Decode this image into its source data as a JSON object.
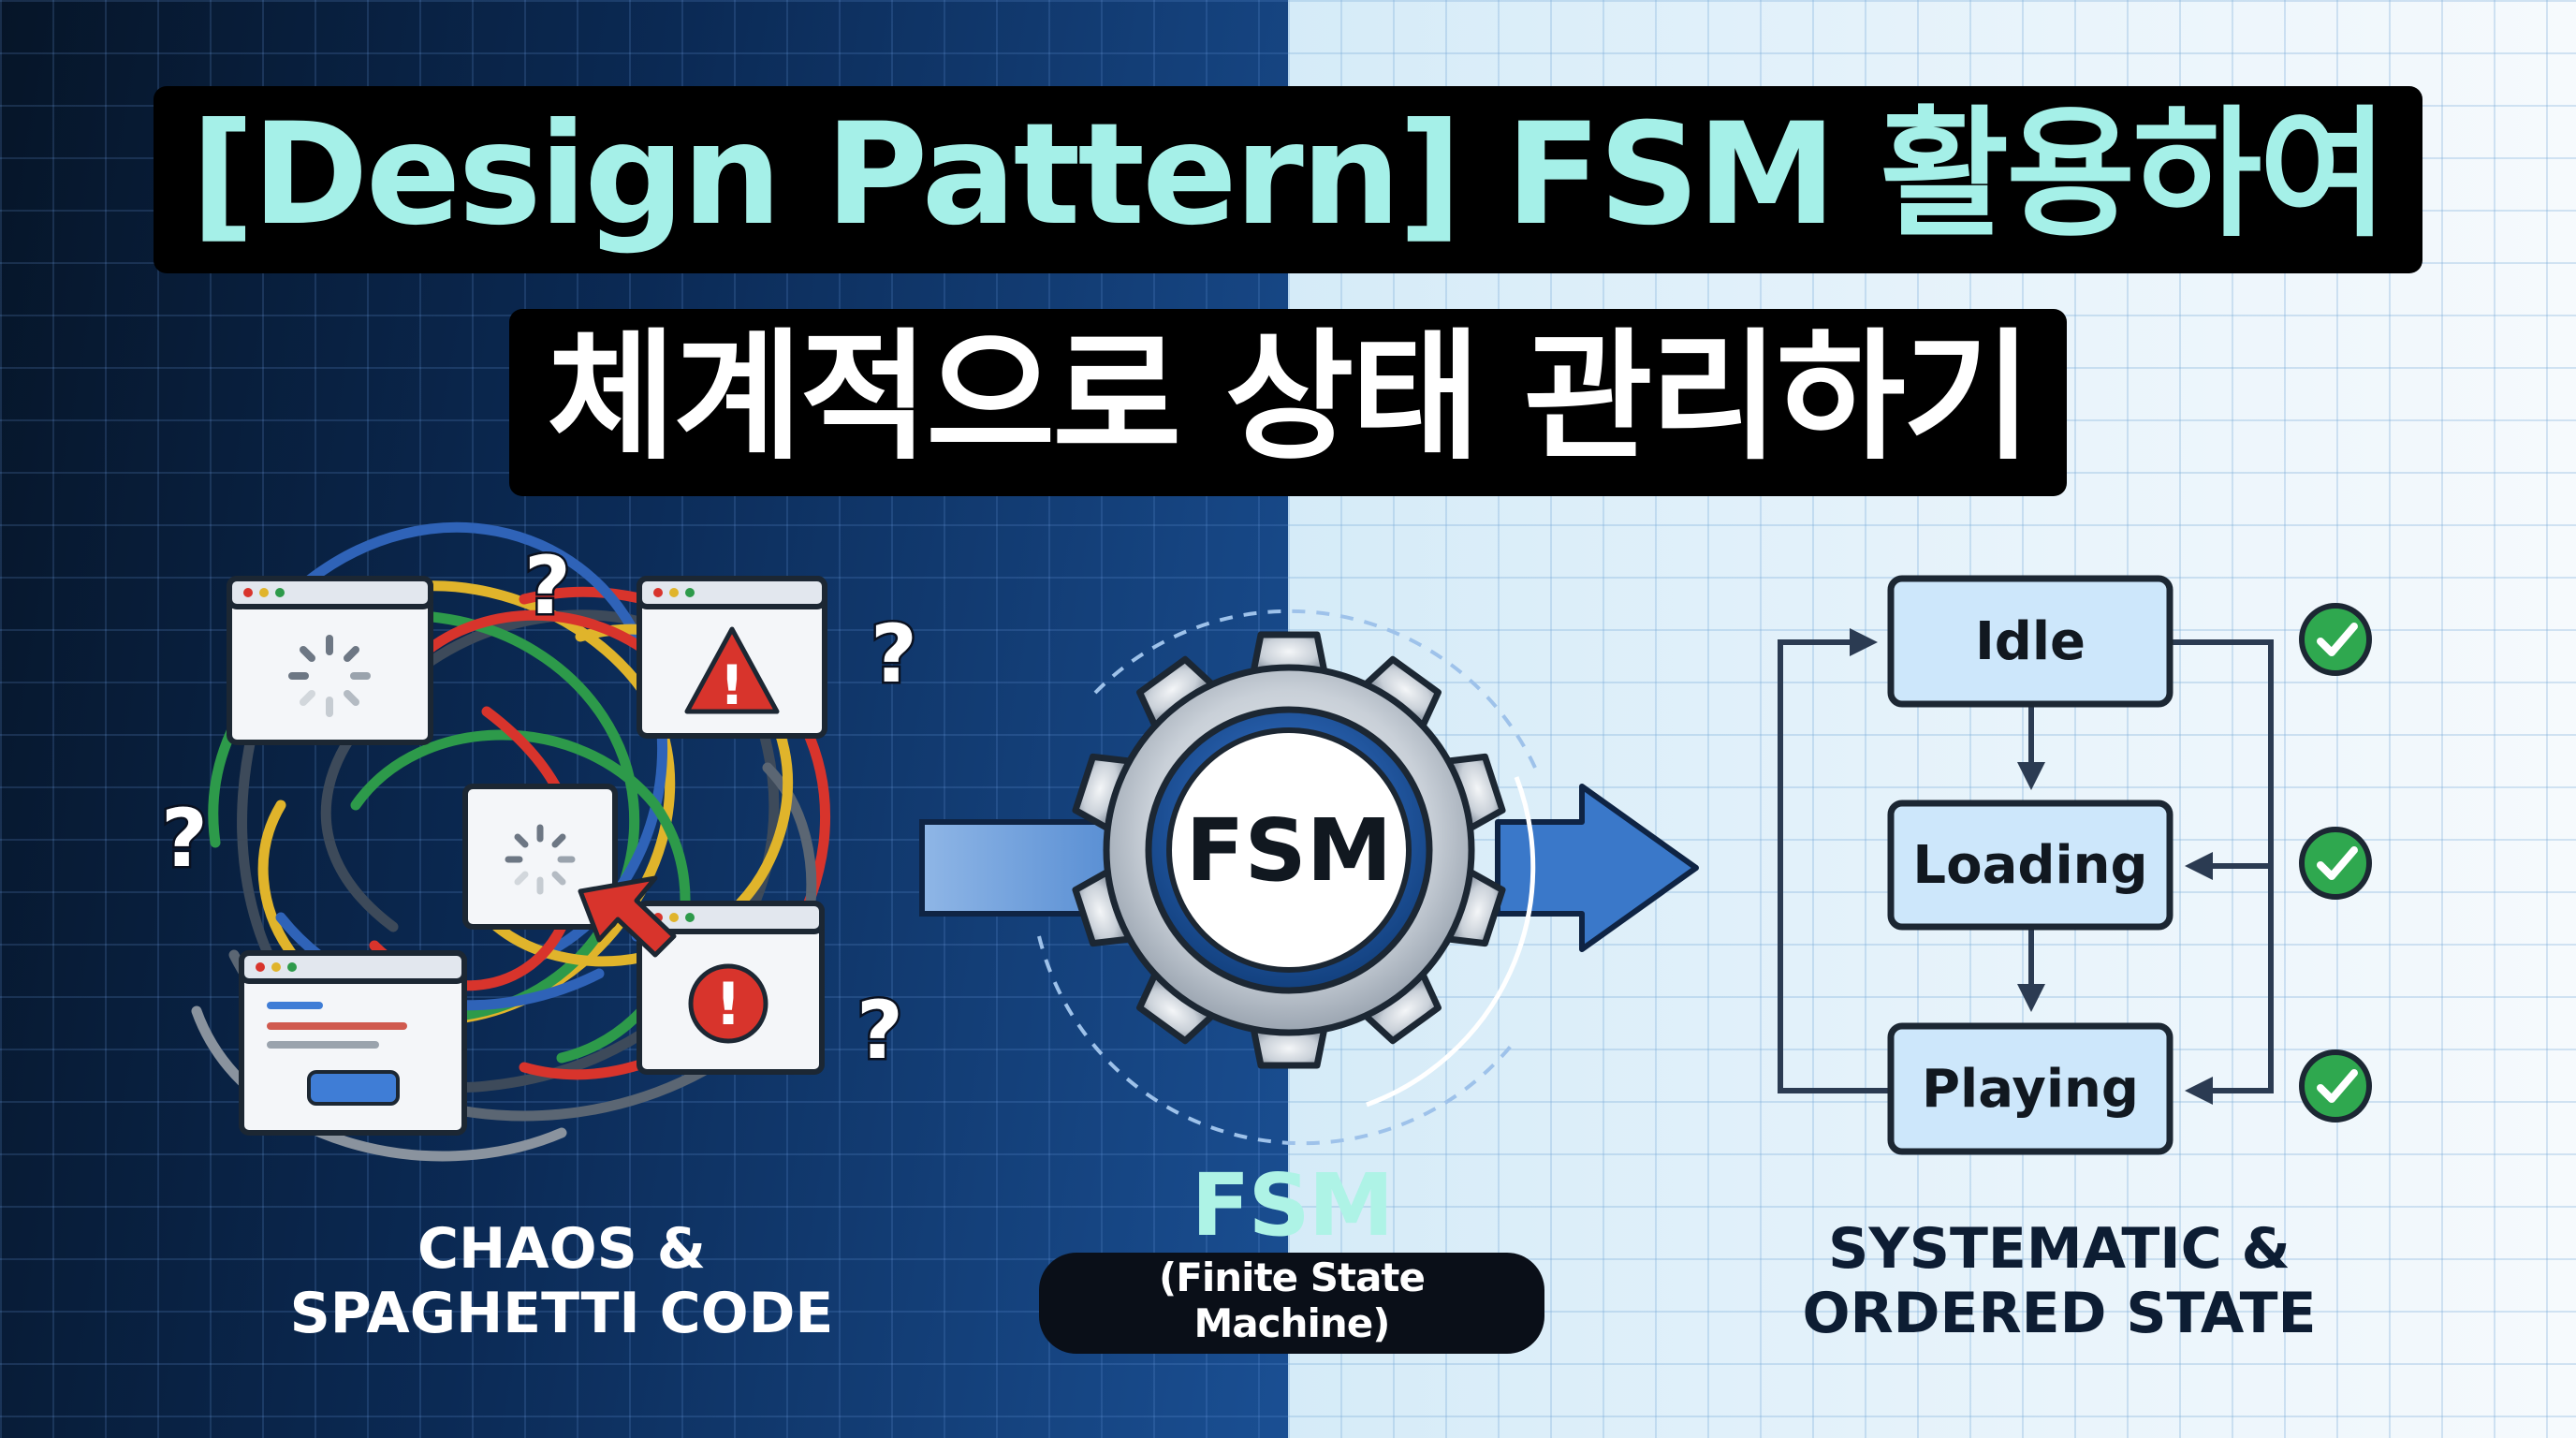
{
  "title": {
    "line1": "[Design Pattern] FSM 활용하여",
    "line2": "체계적으로 상태 관리하기"
  },
  "center": {
    "gear_label": "FSM",
    "label": "FSM",
    "sublabel": "(Finite State Machine)"
  },
  "left_caption": {
    "line1": "CHAOS &",
    "line2": "SPAGHETTI CODE"
  },
  "right_caption": {
    "line1": "SYSTEMATIC &",
    "line2": "ORDERED STATE"
  },
  "states": [
    "Idle",
    "Loading",
    "Playing"
  ],
  "question_marks": [
    "?",
    "?",
    "?",
    "?"
  ],
  "alert_symbol": "!",
  "colors": {
    "title_line1": "#a5f0e8",
    "title_line2": "#ffffff",
    "state_box_fill": "#cde7fb",
    "check_green": "#2fa84f",
    "warning_red": "#d8342c",
    "fsm_label": "#aef3e6"
  },
  "icons": [
    "loading-spinner-icon",
    "warning-triangle-icon",
    "error-circle-icon",
    "cursor-arrow-icon",
    "question-mark-icon",
    "gear-icon",
    "check-circle-icon",
    "arrow-right-icon"
  ]
}
